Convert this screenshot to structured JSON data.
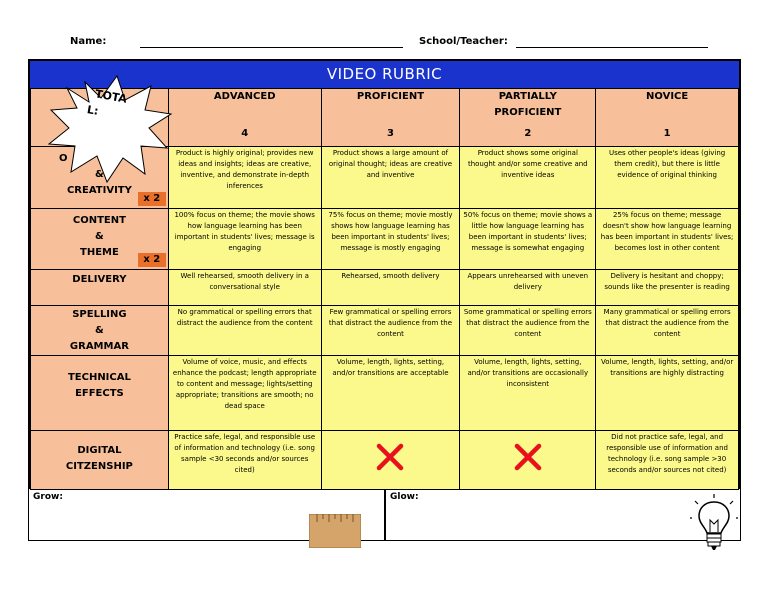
{
  "header": {
    "name_label": "Name:",
    "school_label": "School/Teacher:"
  },
  "rubric": {
    "title": "VIDEO RUBRIC",
    "burst_label_line1": "TOTA",
    "burst_label_line2": "L:",
    "levels": [
      {
        "label": "ADVANCED",
        "label2": "",
        "score": "4"
      },
      {
        "label": "PROFICIENT",
        "label2": "",
        "score": "3"
      },
      {
        "label": "PARTIALLY",
        "label2": "PROFICIENT",
        "score": "2"
      },
      {
        "label": "NOVICE",
        "label2": "",
        "score": "1"
      }
    ],
    "rows": [
      {
        "category": [
          "O",
          "&",
          "CREATIVITY"
        ],
        "multiplier": "x 2",
        "cells": [
          "Product is highly original; provides new ideas and insights; ideas are creative, inventive, and demonstrate in-depth inferences",
          "Product shows a large amount of original thought; ideas are creative and inventive",
          "Product shows some original thought and/or some creative and inventive ideas",
          "Uses other people's ideas (giving them credit), but there is little evidence of original thinking"
        ]
      },
      {
        "category": [
          "CONTENT",
          "&",
          "THEME"
        ],
        "multiplier": "x 2",
        "cells": [
          "100% focus on theme; the movie shows how language learning has been important in students' lives; message is engaging",
          "75% focus on theme; movie mostly shows how language learning has been important in students' lives; message is mostly engaging",
          "50% focus on theme; movie shows a little how language learning has been important in students' lives; message is somewhat engaging",
          "25% focus on theme; message doesn't show how language learning has been important in students' lives; becomes lost in other content"
        ]
      },
      {
        "category": [
          "DELIVERY"
        ],
        "multiplier": "",
        "cells": [
          "Well rehearsed, smooth delivery in a conversational style",
          "Rehearsed, smooth delivery",
          "Appears unrehearsed with uneven delivery",
          "Delivery is hesitant and choppy; sounds like the presenter is reading"
        ]
      },
      {
        "category": [
          "SPELLING",
          "&",
          "GRAMMAR"
        ],
        "multiplier": "",
        "cells": [
          "No grammatical or spelling errors that distract the audience from the content",
          "Few grammatical or spelling errors that distract the audience from the content",
          "Some grammatical or spelling errors that distract the audience from the content",
          "Many grammatical or spelling errors that distract the audience from the content"
        ]
      },
      {
        "category": [
          "TECHNICAL",
          "EFFECTS"
        ],
        "multiplier": "",
        "cells": [
          "Volume of voice, music, and effects enhance the podcast; length appropriate to content and message; lights/setting appropriate; transitions are smooth; no dead space",
          "Volume, length, lights, setting, and/or transitions are acceptable",
          "Volume, length, lights, setting, and/or transitions are occasionally inconsistent",
          "Volume, length, lights, setting, and/or transitions are highly distracting"
        ]
      },
      {
        "category": [
          "DIGITAL",
          "CITZENSHIP"
        ],
        "multiplier": "",
        "cells": [
          "Practice safe, legal, and responsible use of information and technology (i.e. song sample <30 seconds and/or sources cited)",
          "",
          "",
          "Did not practice safe, legal, and responsible use of information and technology (i.e. song sample >30 seconds and/or sources not cited)"
        ]
      }
    ]
  },
  "footer": {
    "grow_label": "Grow:",
    "glow_label": "Glow:"
  },
  "colors": {
    "title_bar": "#1a33cc",
    "category_fill": "#f7c09b",
    "cell_fill": "#fbf98b",
    "multiplier_fill": "#e8702a",
    "x_mark": "#e8101a"
  }
}
